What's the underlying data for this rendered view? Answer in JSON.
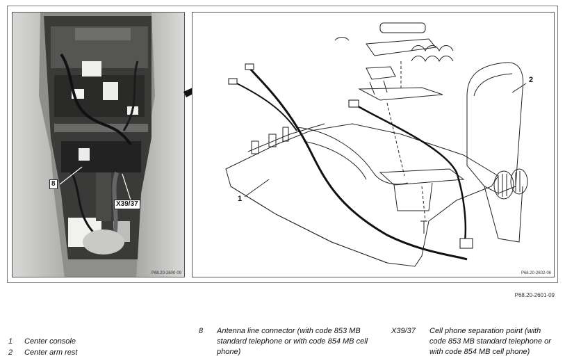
{
  "photo": {
    "code": "P68.20-2600-09",
    "callouts": [
      "8",
      "X39/37"
    ]
  },
  "drawing": {
    "code": "P68.20-2602-06",
    "labels": [
      "1",
      "2"
    ]
  },
  "figure_code": "P68.20-2601-09",
  "legend": [
    {
      "key": "1",
      "text": "Center console"
    },
    {
      "key": "2",
      "text": "Center arm rest"
    },
    {
      "key": "8",
      "text": "Antenna line connector (with code 853 MB standard telephone or with code 854 MB cell phone)"
    },
    {
      "key": "X39/37",
      "text": "Cell phone separation point (with code 853 MB standard telephone or with code 854 MB cell phone)"
    }
  ]
}
